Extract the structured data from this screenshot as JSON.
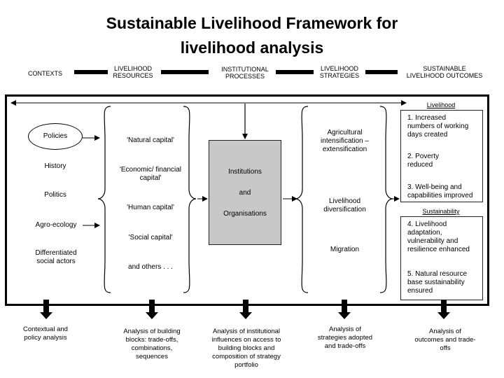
{
  "title": {
    "line1": "Sustainable Livelihood Framework for",
    "line2": "livelihood analysis"
  },
  "headers": {
    "contexts": "CONTEXTS",
    "resources_1": "LIVELIHOOD",
    "resources_2": "RESOURCES",
    "institutional_1": "INSTITUTIONAL",
    "institutional_2": "PROCESSES",
    "strategies_1": "LIVELIHOOD",
    "strategies_2": "STRATEGIES",
    "outcomes_1": "SUSTAINABLE",
    "outcomes_2": "LIVELIHOOD OUTCOMES"
  },
  "contexts": {
    "policies": "Policies",
    "history": "History",
    "politics": "Politics",
    "agro_ecology": "Agro-ecology",
    "social_actors_1": "Differentiated",
    "social_actors_2": "social actors"
  },
  "resources": {
    "natural": "'Natural capital'",
    "economic_1": "'Economic/ financial",
    "economic_2": "capital'",
    "human": "'Human capital'",
    "social": "'Social capital'",
    "others": "and others . . ."
  },
  "institutions": {
    "line1": "Institutions",
    "line2": "and",
    "line3": "Organisations"
  },
  "strategies": {
    "agri_1": "Agricultural",
    "agri_2": "intensification –",
    "agri_3": "extensification",
    "div_1": "Livelihood",
    "div_2": "diversification",
    "migration": "Migration"
  },
  "outcomes": {
    "livelihood_label": "Livelihood",
    "o1_1": "1.  Increased",
    "o1_2": "numbers of working",
    "o1_3": "days created",
    "o2_1": "2.  Poverty",
    "o2_2": "reduced",
    "o3_1": "3.  Well-being and",
    "o3_2": "capabilities improved",
    "sustainability_label": "Sustainability",
    "o4_1": "4.  Livelihood",
    "o4_2": "adaptation,",
    "o4_3": "vulnerability and",
    "o4_4": "resilience enhanced",
    "o5_1": "5.  Natural resource",
    "o5_2": "base sustainability",
    "o5_3": "ensured"
  },
  "analyses": {
    "a1_1": "Contextual and",
    "a1_2": "policy analysis",
    "a2_1": "Analysis of building",
    "a2_2": "blocks: trade-offs,",
    "a2_3": "combinations,",
    "a2_4": "sequences",
    "a3_1": "Analysis of institutional",
    "a3_2": "influences on access to",
    "a3_3": "building blocks and",
    "a3_4": "composition of strategy",
    "a3_5": "portfolio",
    "a4_1": "Analysis of",
    "a4_2": "strategies adopted",
    "a4_3": "and trade-offs",
    "a5_1": "Analysis of",
    "a5_2": "outcomes and trade-",
    "a5_3": "offs"
  }
}
